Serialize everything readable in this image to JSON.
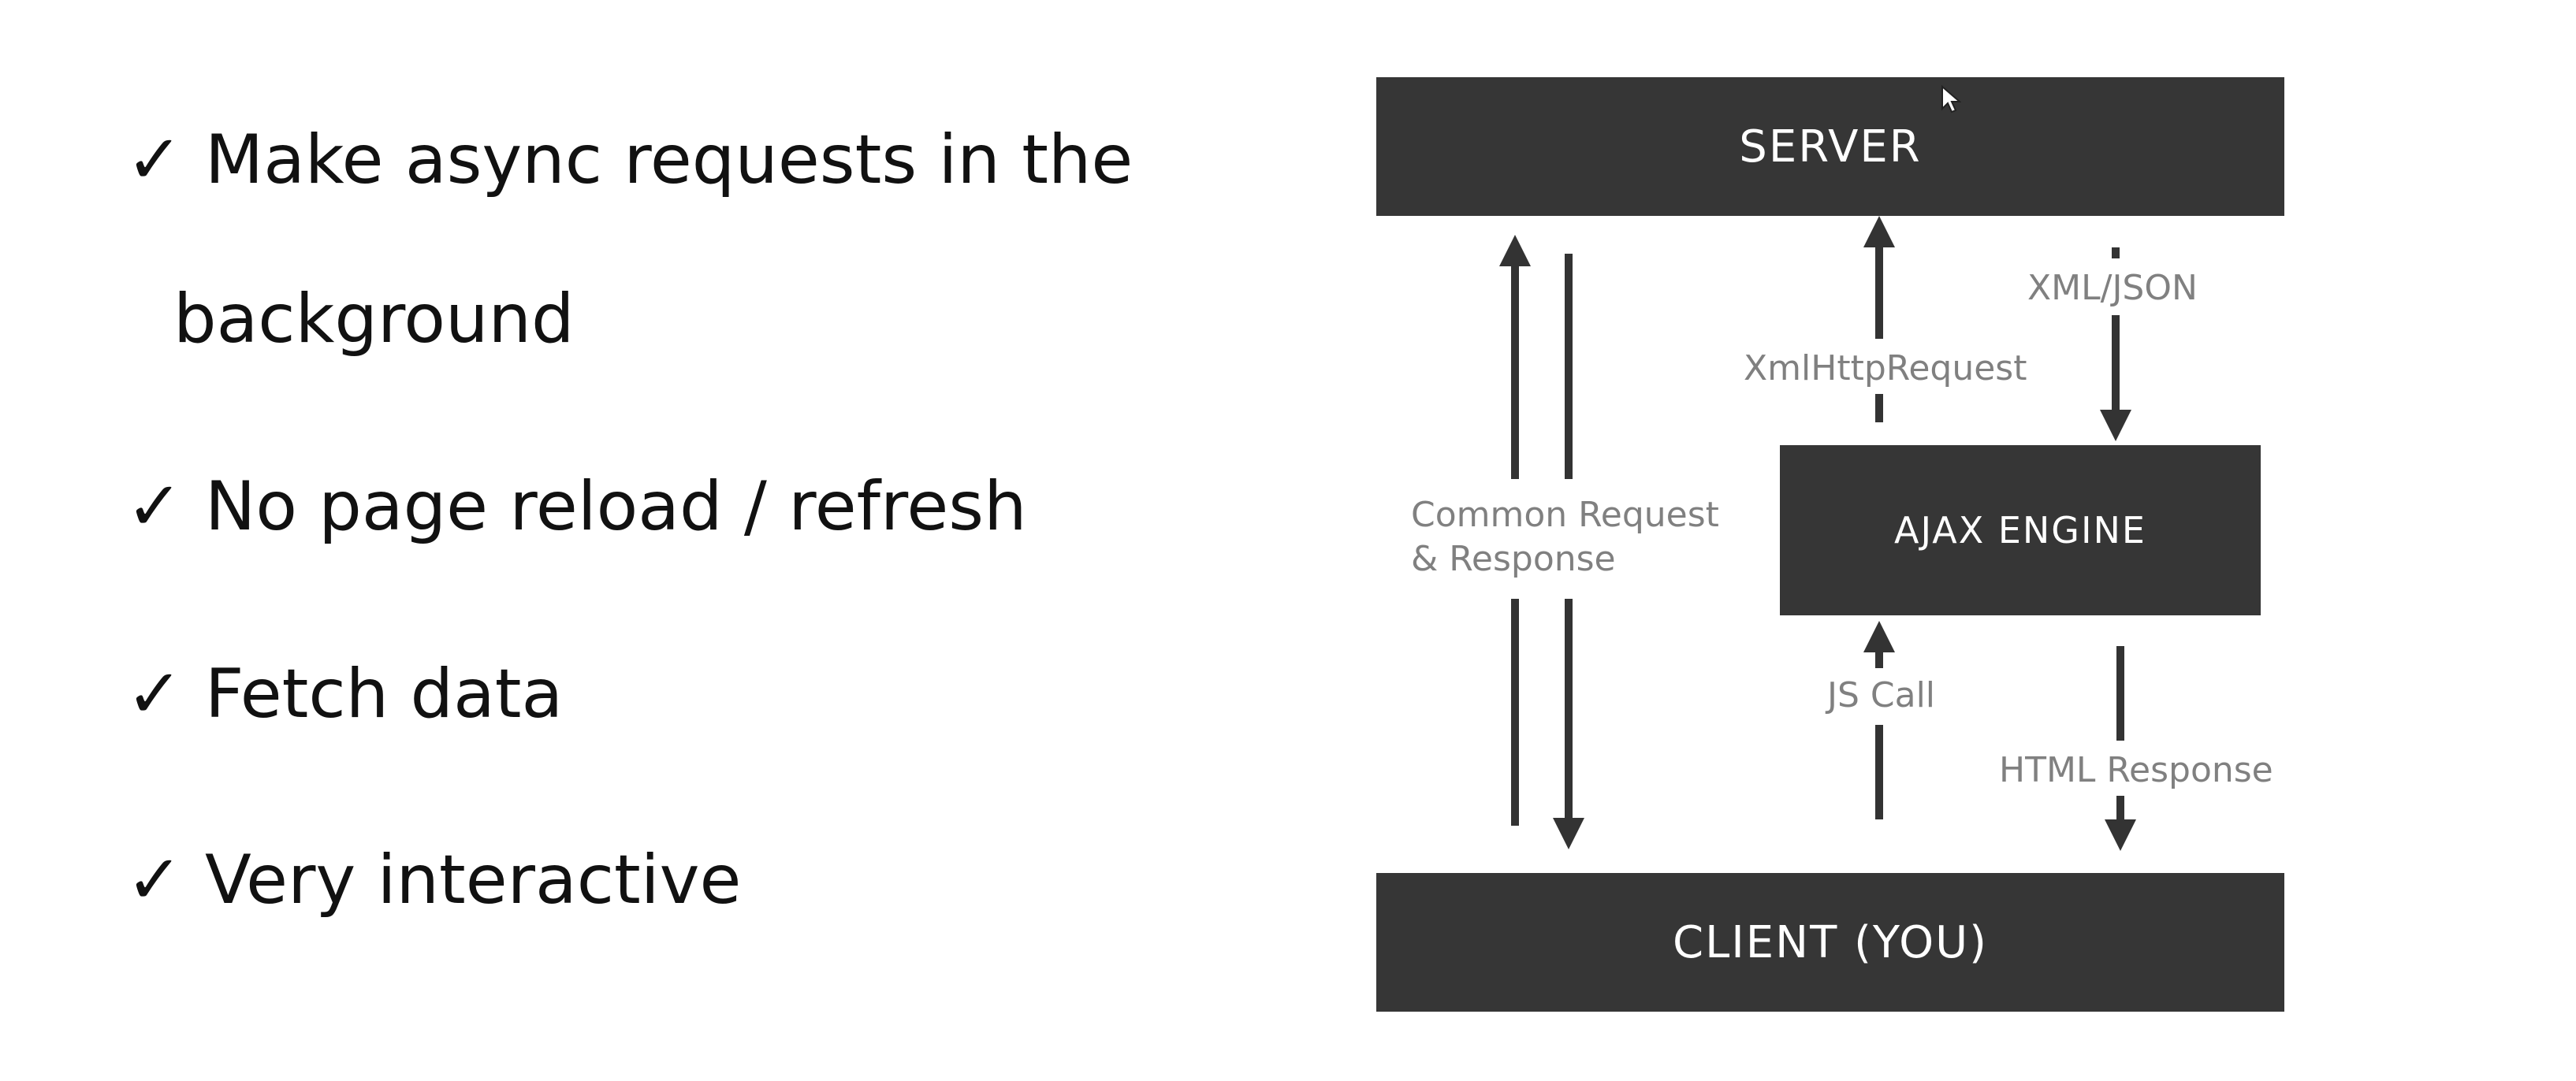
{
  "bullets": [
    {
      "check": "✓",
      "text": "Make async requests in the",
      "continuation": "background"
    },
    {
      "check": "✓",
      "text": "No page reload / refresh"
    },
    {
      "check": "✓",
      "text": "Fetch data"
    },
    {
      "check": "✓",
      "text": "Very interactive"
    }
  ],
  "diagram": {
    "server": "SERVER",
    "client": "CLIENT (YOU)",
    "ajax_engine": "AJAX ENGINE",
    "labels": {
      "xml_json": "XML/JSON",
      "xml_http_request": "XmlHttpRequest",
      "common_line1": "Common Request",
      "common_line2": "& Response",
      "js_call": "JS Call",
      "html_response": "HTML Response"
    },
    "colors": {
      "box": "#363636",
      "box_text": "#ffffff",
      "label_text": "#808080",
      "arrow": "#333333"
    }
  }
}
